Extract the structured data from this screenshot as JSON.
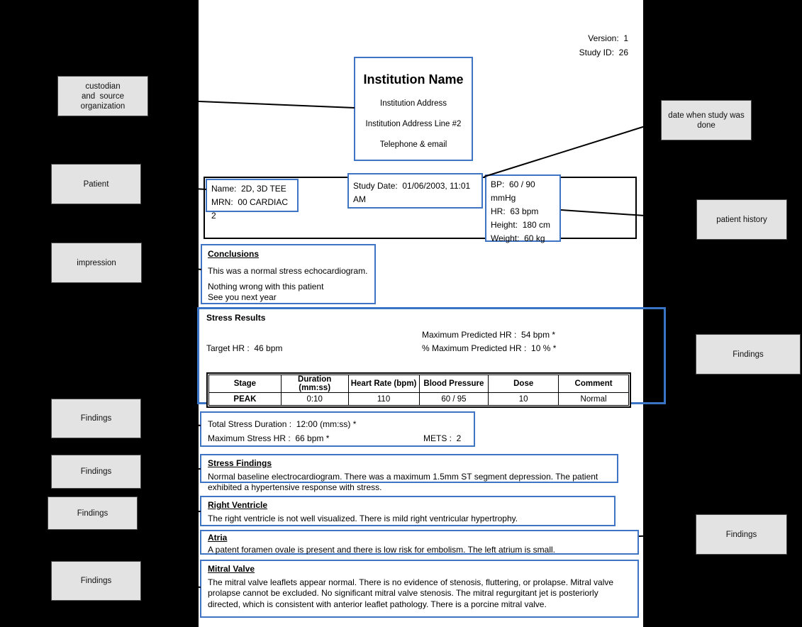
{
  "meta": {
    "version_label": "Version:  1",
    "study_id_label": "Study ID:  26"
  },
  "institution": {
    "name": "Institution Name",
    "address1": "Institution Address",
    "address2": "Institution Address Line #2",
    "contact": "Telephone & email"
  },
  "patient": {
    "name_line": "Name:  2D, 3D TEE",
    "mrn_line": "MRN:  00 CARDIAC 2",
    "study_date_line": "Study Date:  01/06/2003, 11:01 AM",
    "bp_line": "BP:  60 / 90 mmHg",
    "hr_line": "HR:  63 bpm",
    "height_line": "Height:  180 cm",
    "weight_line": "Weight:  60 kg"
  },
  "conclusions": {
    "title": "Conclusions",
    "p1": "This was a normal stress echocardiogram.",
    "p2": "Nothing wrong with this patient",
    "p3": "See you next year"
  },
  "stress_results": {
    "title": "Stress Results",
    "max_predicted_hr": "Maximum Predicted HR :  54 bpm *",
    "target_hr": "Target HR :  46 bpm",
    "pct_max_predicted_hr": "% Maximum Predicted HR :  10 % *",
    "table": {
      "headers": [
        "Stage",
        "Duration (mm:ss)",
        "Heart Rate (bpm)",
        "Blood Pressure",
        "Dose",
        "Comment"
      ],
      "rows": [
        [
          "PEAK",
          "0:10",
          "110",
          "60 / 95",
          "10",
          "Normal"
        ]
      ]
    },
    "total_duration": "Total Stress Duration :  12:00 (mm:ss) *",
    "max_stress_hr": "Maximum Stress HR :  66 bpm *",
    "mets": "METS :  2"
  },
  "sections": {
    "stress_findings": {
      "title": "Stress Findings",
      "body": "Normal baseline electrocardiogram. There was a maximum 1.5mm ST segment depression. The patient exhibited a hypertensive response with stress."
    },
    "right_ventricle": {
      "title": "Right Ventricle",
      "body": "The right ventricle is not well visualized. There is mild right ventricular hypertrophy."
    },
    "atria": {
      "title": "Atria",
      "body": "A patent foramen ovale is present and there is low risk for embolism. The left atrium is small."
    },
    "mitral_valve": {
      "title": "Mitral Valve",
      "body": "The mitral valve leaflets appear normal. There is no evidence of stenosis, fluttering, or prolapse. Mitral valve prolapse cannot be excluded. No significant mitral valve stenosis. The mitral regurgitant jet is posteriorly directed, which is consistent with anterior leaflet pathology. There is a porcine mitral valve."
    }
  },
  "annotations": {
    "custodian": {
      "line1": "custodian",
      "line2": "and  source",
      "line3": "organization"
    },
    "patient": "Patient",
    "impression": "impression",
    "date_done": "date when study was done",
    "patient_history": "patient history",
    "findings": "Findings"
  },
  "colors": {
    "box_blue": "#3f74c4",
    "bracket_blue": "#3a74c4",
    "label_gray": "#e3e3e3",
    "page_bg": "#ffffff",
    "canvas_bg": "#000000"
  }
}
